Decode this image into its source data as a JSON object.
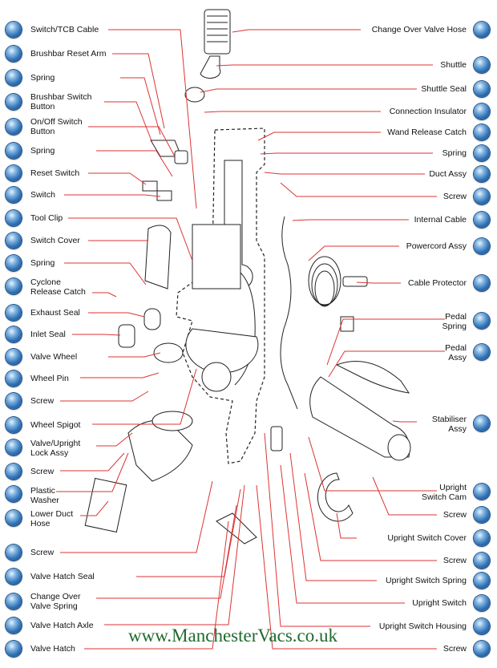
{
  "brand_colors": {
    "leader": "#dd3333",
    "button": "#2f6fb3",
    "watermark": "#1f6a2e"
  },
  "left_labels": [
    {
      "id": "switch-tcb-cable",
      "text": "Switch/TCB Cable"
    },
    {
      "id": "brushbar-reset-arm",
      "text": "Brushbar Reset Arm"
    },
    {
      "id": "spring-1",
      "text": "Spring"
    },
    {
      "id": "brushbar-switch-button",
      "line1": "Brushbar Switch",
      "line2": "Button"
    },
    {
      "id": "on-off-switch-button",
      "line1": "On/Off Switch",
      "line2": "Button"
    },
    {
      "id": "spring-2",
      "text": "Spring"
    },
    {
      "id": "reset-switch",
      "text": "Reset Switch"
    },
    {
      "id": "switch",
      "text": "Switch"
    },
    {
      "id": "tool-clip",
      "text": "Tool Clip"
    },
    {
      "id": "switch-cover",
      "text": "Switch Cover"
    },
    {
      "id": "spring-3",
      "text": "Spring"
    },
    {
      "id": "cyclone-release-catch",
      "line1": "Cyclone",
      "line2": "Release Catch"
    },
    {
      "id": "exhaust-seal",
      "text": "Exhaust Seal"
    },
    {
      "id": "inlet-seal",
      "text": "Inlet Seal"
    },
    {
      "id": "valve-wheel",
      "text": "Valve Wheel"
    },
    {
      "id": "wheel-pin",
      "text": "Wheel Pin"
    },
    {
      "id": "screw-l1",
      "text": "Screw"
    },
    {
      "id": "wheel-spigot",
      "text": "Wheel Spigot"
    },
    {
      "id": "valve-upright-lock-assy",
      "line1": "Valve/Upright",
      "line2": "Lock Assy"
    },
    {
      "id": "screw-l2",
      "text": "Screw"
    },
    {
      "id": "plastic-washer",
      "line1": "Plastic",
      "line2": "Washer"
    },
    {
      "id": "lower-duct-hose",
      "line1": "Lower Duct",
      "line2": "Hose"
    },
    {
      "id": "screw-l3",
      "text": "Screw"
    },
    {
      "id": "valve-hatch-seal",
      "text": "Valve Hatch Seal"
    },
    {
      "id": "change-over-valve-spring",
      "line1": "Change Over",
      "line2": "Valve Spring"
    },
    {
      "id": "valve-hatch-axle",
      "text": "Valve Hatch Axle"
    },
    {
      "id": "valve-hatch",
      "text": "Valve Hatch"
    }
  ],
  "right_labels": [
    {
      "id": "change-over-valve-hose",
      "text": "Change Over Valve Hose"
    },
    {
      "id": "shuttle",
      "text": "Shuttle"
    },
    {
      "id": "shuttle-seal",
      "text": "Shuttle Seal"
    },
    {
      "id": "connection-insulator",
      "text": "Connection Insulator"
    },
    {
      "id": "wand-release-catch",
      "text": "Wand Release Catch"
    },
    {
      "id": "spring-r1",
      "text": "Spring"
    },
    {
      "id": "duct-assy",
      "text": "Duct Assy"
    },
    {
      "id": "screw-r1",
      "text": "Screw"
    },
    {
      "id": "internal-cable",
      "text": "Internal Cable"
    },
    {
      "id": "powercord-assy",
      "text": "Powercord Assy"
    },
    {
      "id": "cable-protector",
      "text": "Cable Protector"
    },
    {
      "id": "pedal-spring",
      "line1": "Pedal",
      "line2": "Spring"
    },
    {
      "id": "pedal-assy",
      "line1": "Pedal",
      "line2": "Assy"
    },
    {
      "id": "stabiliser-assy",
      "line1": "Stabiliser",
      "line2": "Assy"
    },
    {
      "id": "upright-switch-cam",
      "line1": "Upright",
      "line2": "Switch Cam"
    },
    {
      "id": "screw-r2",
      "text": "Screw"
    },
    {
      "id": "upright-switch-cover",
      "text": "Upright Switch Cover"
    },
    {
      "id": "screw-r3",
      "text": "Screw"
    },
    {
      "id": "upright-switch-spring",
      "text": "Upright Switch Spring"
    },
    {
      "id": "upright-switch",
      "text": "Upright Switch"
    },
    {
      "id": "upright-switch-housing",
      "text": "Upright Switch Housing"
    },
    {
      "id": "screw-r4",
      "text": "Screw"
    }
  ],
  "watermark": "www.ManchesterVacs.co.uk"
}
